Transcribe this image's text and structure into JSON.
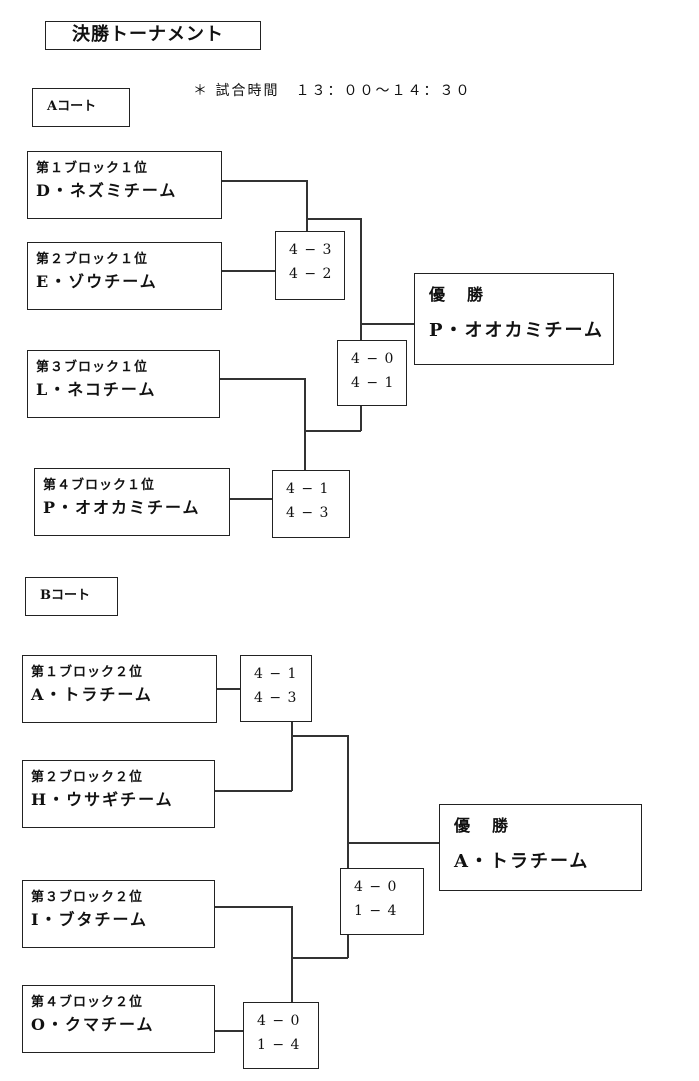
{
  "title": "決勝トーナメント",
  "note": "＊ 試合時間　１３：００〜１４：３０",
  "court_a": {
    "label": "Aコート",
    "teams": [
      {
        "block": "第１ブロック１位",
        "name": "D・ネズミチーム"
      },
      {
        "block": "第２ブロック１位",
        "name": "E・ゾウチーム"
      },
      {
        "block": "第３ブロック１位",
        "name": "L・ネコチーム"
      },
      {
        "block": "第４ブロック１位",
        "name": "P・オオカミチーム"
      }
    ],
    "semifinal_1": [
      "4 − 3",
      "4 − 2"
    ],
    "semifinal_2": [
      "4 − 1",
      "4 − 3"
    ],
    "final": [
      "4 − 0",
      "4 − 1"
    ],
    "winner_label": "優勝",
    "winner": "P・オオカミチーム"
  },
  "court_b": {
    "label": "Bコート",
    "teams": [
      {
        "block": "第１ブロック２位",
        "name": "A・トラチーム"
      },
      {
        "block": "第２ブロック２位",
        "name": "H・ウサギチーム"
      },
      {
        "block": "第３ブロック２位",
        "name": "I・ブタチーム"
      },
      {
        "block": "第４ブロック２位",
        "name": "O・クマチーム"
      }
    ],
    "semifinal_1": [
      "4 − 1",
      "4 − 3"
    ],
    "semifinal_2": [
      "4 − 0",
      "1 − 4"
    ],
    "final": [
      "4 − 0",
      "1 − 4"
    ],
    "winner_label": "優勝",
    "winner": "A・トラチーム"
  }
}
